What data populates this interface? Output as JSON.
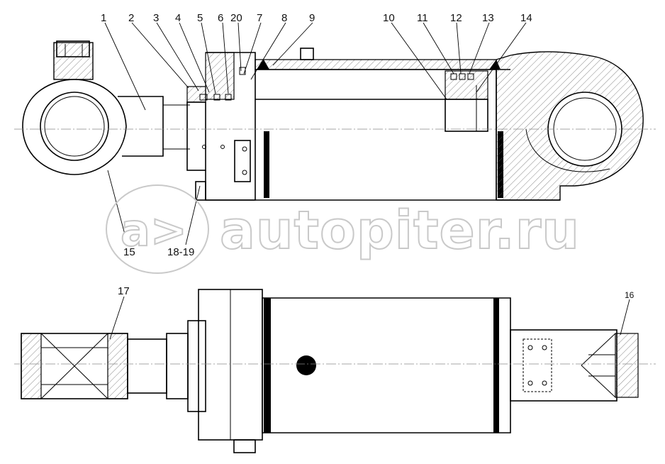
{
  "watermark": {
    "logo_text": "a>",
    "site_text": "autopiter.ru"
  },
  "labels": {
    "top": [
      "1",
      "2",
      "3",
      "4",
      "5",
      "6",
      "20",
      "7",
      "8",
      "9",
      "10",
      "11",
      "12",
      "13",
      "14"
    ],
    "p15": "15",
    "p18_19": "18-19",
    "p17": "17",
    "p16": "16"
  }
}
